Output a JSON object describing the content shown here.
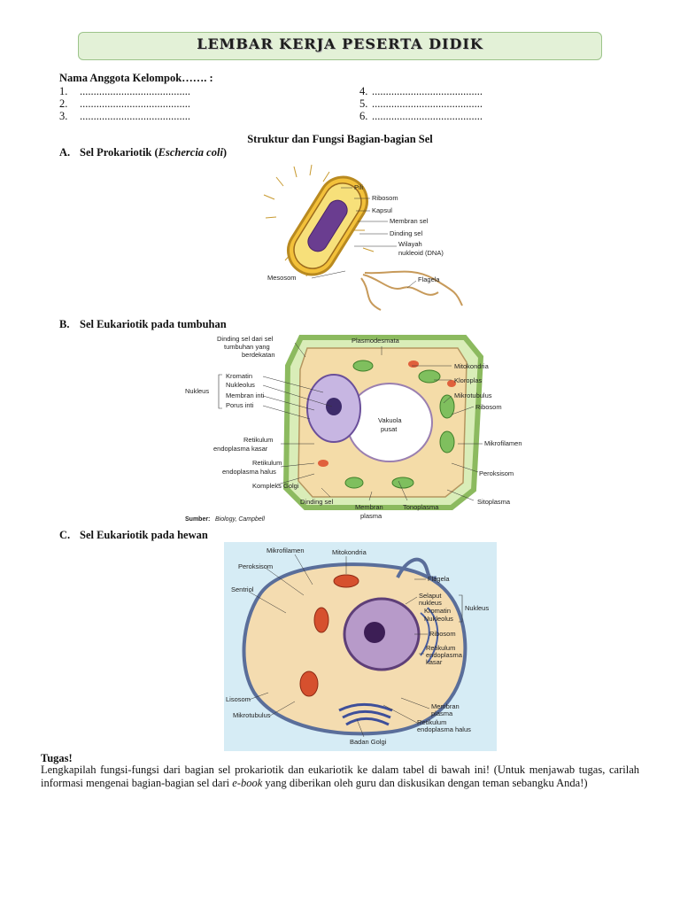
{
  "header": {
    "title": "LEMBAR KERJA PESERTA DIDIK"
  },
  "group": {
    "label": "Nama Anggota Kelompok……. :",
    "members": [
      {
        "num": "1.",
        "dots": "........................................"
      },
      {
        "num": "2.",
        "dots": "........................................"
      },
      {
        "num": "3.",
        "dots": "........................................"
      },
      {
        "num": "4.",
        "dots": "........................................"
      },
      {
        "num": "5.",
        "dots": "........................................"
      },
      {
        "num": "6.",
        "dots": "........................................"
      }
    ]
  },
  "main_title": "Struktur dan Fungsi Bagian-bagian Sel",
  "sections": {
    "a": {
      "letter": "A.",
      "label": "Sel Prokariotik (",
      "species": "Eschercia coli",
      "close": ")"
    },
    "b": {
      "letter": "B.",
      "label": "Sel Eukariotik pada tumbuhan"
    },
    "c": {
      "letter": "C.",
      "label": "Sel Eukariotik pada hewan"
    }
  },
  "figure_a": {
    "labels": [
      "Pili",
      "Ribosom",
      "Kapsul",
      "Membran sel",
      "Dinding sel",
      "Wilayah",
      "nukleoid (DNA)",
      "Mesosom",
      "Flagela"
    ]
  },
  "figure_b": {
    "labels": [
      "Dinding sel dari sel",
      "tumbuhan yang",
      "berdekatan",
      "Plasmodesmata",
      "Mitokondria",
      "Kloroplas",
      "Mikrotubulus",
      "Ribosom",
      "Mikrofilamen",
      "Peroksisom",
      "Sitoplasma",
      "Tonoplasma",
      "Membran",
      "plasma",
      "Dinding sel",
      "Kompleks Golgi",
      "Retikulum",
      "endoplasma halus",
      "Retikulum",
      "endoplasma kasar",
      "Nukleus",
      "Kromatin",
      "Nukleolus",
      "Membran inti",
      "Porus inti",
      "Vakuola",
      "pusat"
    ],
    "source_label": "Sumber:",
    "source_text": "Biology, Campbell"
  },
  "figure_c": {
    "labels": [
      "Mikrofilamen",
      "Mitokondria",
      "Peroksisom",
      "Sentriol",
      "Flagela",
      "Selaput",
      "nukleus",
      "Kromatin",
      "Nukleolus",
      "Nukleus",
      "Ribosom",
      "Retikulum",
      "endoplasma",
      "kasar",
      "Lisosom",
      "Mikrotubulus",
      "Membran",
      "plasma",
      "Retikulum",
      "endoplasma halus",
      "Badan Golgi"
    ]
  },
  "task": {
    "heading": "Tugas!",
    "text_1": "Lengkapilah fungsi-fungsi dari bagian sel prokariotik dan eukariotik ke dalam tabel di bawah ini! (Untuk menjawab tugas, carilah informasi mengenai bagian-bagian sel dari ",
    "ebook": "e-book",
    "text_2": " yang diberikan oleh guru dan diskusikan dengan teman sebangku Anda!)"
  }
}
